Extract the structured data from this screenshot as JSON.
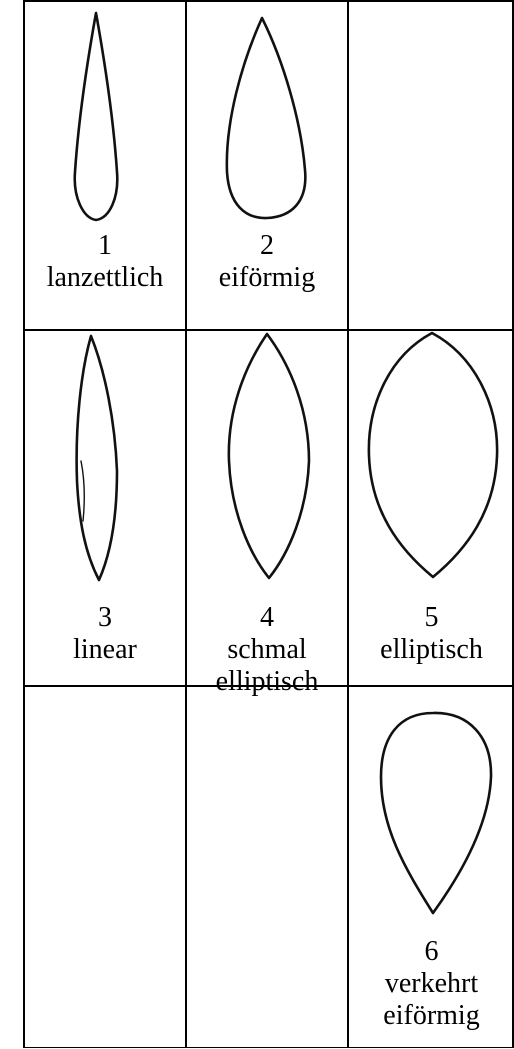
{
  "cells": [
    {
      "number": "1",
      "name": [
        "lanzettlich"
      ]
    },
    {
      "number": "2",
      "name": [
        "eiförmig"
      ]
    },
    {
      "number": "3",
      "name": [
        "linear"
      ]
    },
    {
      "number": "4",
      "name": [
        "schmal",
        "elliptisch"
      ]
    },
    {
      "number": "5",
      "name": [
        "elliptisch"
      ]
    },
    {
      "number": "6",
      "name": [
        "verkehrt",
        "eiförmig"
      ]
    }
  ],
  "colors": {
    "line": "#000000",
    "background": "#ffffff"
  }
}
